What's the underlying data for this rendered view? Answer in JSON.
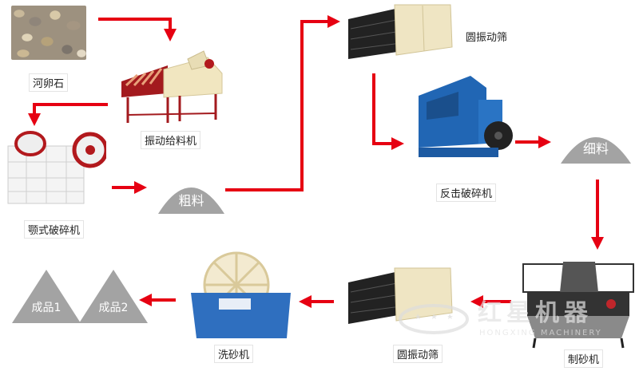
{
  "colors": {
    "arrow": "#e60012",
    "pile": "#a3a3a3",
    "frame_red": "#b2191d",
    "body_cream": "#f1e6c0",
    "impact_blue": "#2166b4",
    "washer_blue": "#2f6fbf"
  },
  "nodes": {
    "pebbles": {
      "label": "河卵石"
    },
    "feeder": {
      "label": "振动给料机"
    },
    "jaw_crusher": {
      "label": "颚式破碎机"
    },
    "coarse": {
      "label": "粗料"
    },
    "screen_top": {
      "label": "圆振动筛"
    },
    "impact_crusher": {
      "label": "反击破碎机"
    },
    "fine": {
      "label": "细料"
    },
    "sand_maker": {
      "label": "制砂机"
    },
    "screen_bottom": {
      "label": "圆振动筛"
    },
    "sand_washer": {
      "label": "洗砂机"
    },
    "product1": {
      "label": "成品1"
    },
    "product2": {
      "label": "成品2"
    }
  },
  "watermark": {
    "brand_cn": "红星机器",
    "brand_en": "HONGXING MACHINERY"
  }
}
